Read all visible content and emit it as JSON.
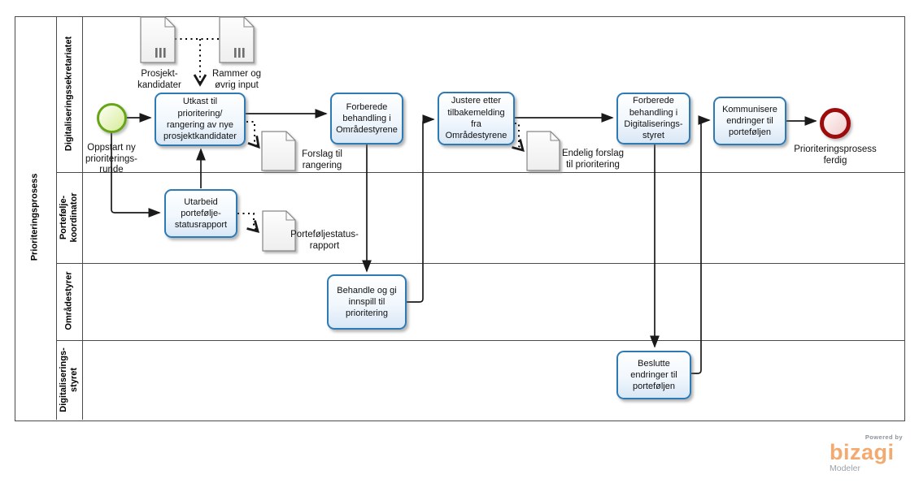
{
  "pool": {
    "title": "Prioriteringsprosess"
  },
  "lanes": {
    "lane1": "Digitaliseringssekretariatet",
    "lane2": "Portefølje-\nkoordinator",
    "lane3": "Områdestyrer",
    "lane4": "Digitaliserings-\nstyret"
  },
  "events": {
    "start_label": "Oppstart ny\nprioriterings-\nrunde",
    "end_label": "Prioriteringsprosess\nferdig"
  },
  "tasks": {
    "utkast": "Utkast til\nprioritering/\nrangering av nye\nprosjektkandidater",
    "forberede_omradestyrene": "Forberede\nbehandling i\nOmrådestyrene",
    "justere": "Justere  etter\ntilbakemelding\nfra\nOmrådestyrene",
    "forberede_digitaliseringsstyret": "Forberede\nbehandling i\nDigitaliserings-\nstyret",
    "kommunisere": "Kommunisere\nendringer til\nporteføljen",
    "utarbeid": "Utarbeid\nportefølje-\nstatusrapport",
    "behandle": "Behandle og gi\ninnspill til\nprioritering",
    "beslutte": "Beslutte\nendringer til\nporteføljen"
  },
  "documents": {
    "prosjektkandidater": "Prosjekt-\nkandidater",
    "rammer": "Rammer og\nøvrig input",
    "forslag": "Forslag til\nrangering",
    "endelig": "Endelig forslag\ntil prioritering",
    "portefoljestatus": "Porteføljestatus-\nrapport"
  },
  "branding": {
    "powered_by": "Powered by",
    "logo": "bizagi",
    "product": "Modeler"
  },
  "colors": {
    "task_border": "#2d7ab4",
    "task_fill": "#d9e7f6",
    "start_border": "#66a518",
    "start_fill": "#d6eb96",
    "end_border": "#9c0c0c",
    "end_fill": "#f1cccc",
    "flow_line": "#1a1a1a",
    "lane_border": "#4a4a4a",
    "logo_orange": "#f3aa70",
    "logo_gray": "#9aa2ab"
  }
}
